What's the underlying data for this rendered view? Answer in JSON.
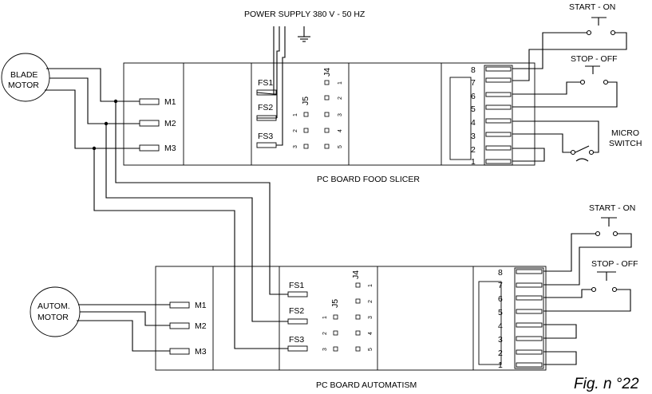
{
  "power_supply": "POWER SUPPLY 380 V - 50 HZ",
  "blade_motor": [
    "BLADE",
    "MOTOR"
  ],
  "autom_motor": [
    "AUTOM.",
    "MOTOR"
  ],
  "board1_title": "PC BOARD FOOD SLICER",
  "board2_title": "PC BOARD AUTOMATISM",
  "fig_label": "Fig. n °22",
  "micro_switch": [
    "MICRO",
    "SWITCH"
  ],
  "start_on": "START - ON",
  "stop_off": "STOP - OFF",
  "motor_terminals": [
    "M1",
    "M2",
    "M3"
  ],
  "fs_terminals": [
    "FS1",
    "FS2",
    "FS3"
  ],
  "j4": "J4",
  "j5": "J5",
  "j4_pins": [
    "1",
    "2",
    "3",
    "4",
    "5"
  ],
  "j5_pins": [
    "1",
    "2",
    "3"
  ],
  "connector_pins": [
    "8",
    "7",
    "6",
    "5",
    "4",
    "3",
    "2",
    "1"
  ]
}
